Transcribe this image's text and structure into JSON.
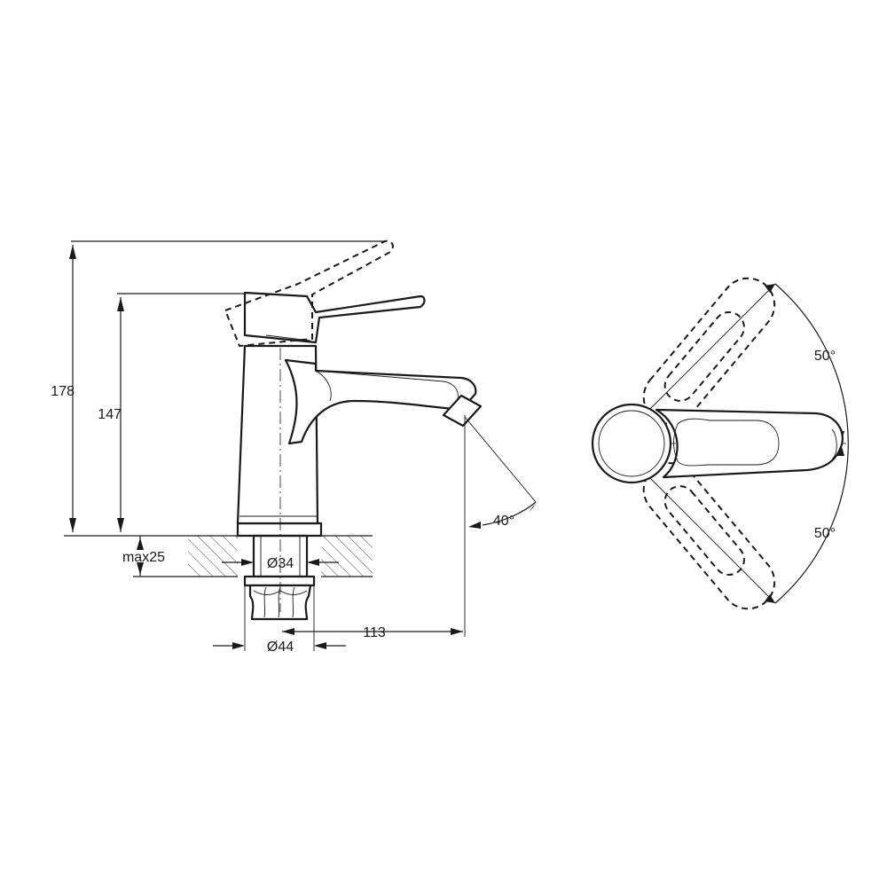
{
  "labels": {
    "overall_height": "178",
    "body_height": "147",
    "max_deck_thickness": "max25",
    "inner_diameter": "Ø34",
    "outer_diameter": "Ø44",
    "spout_reach": "113",
    "spout_angle": "40°",
    "handle_angle_upper": "50°",
    "handle_angle_lower": "50°"
  }
}
